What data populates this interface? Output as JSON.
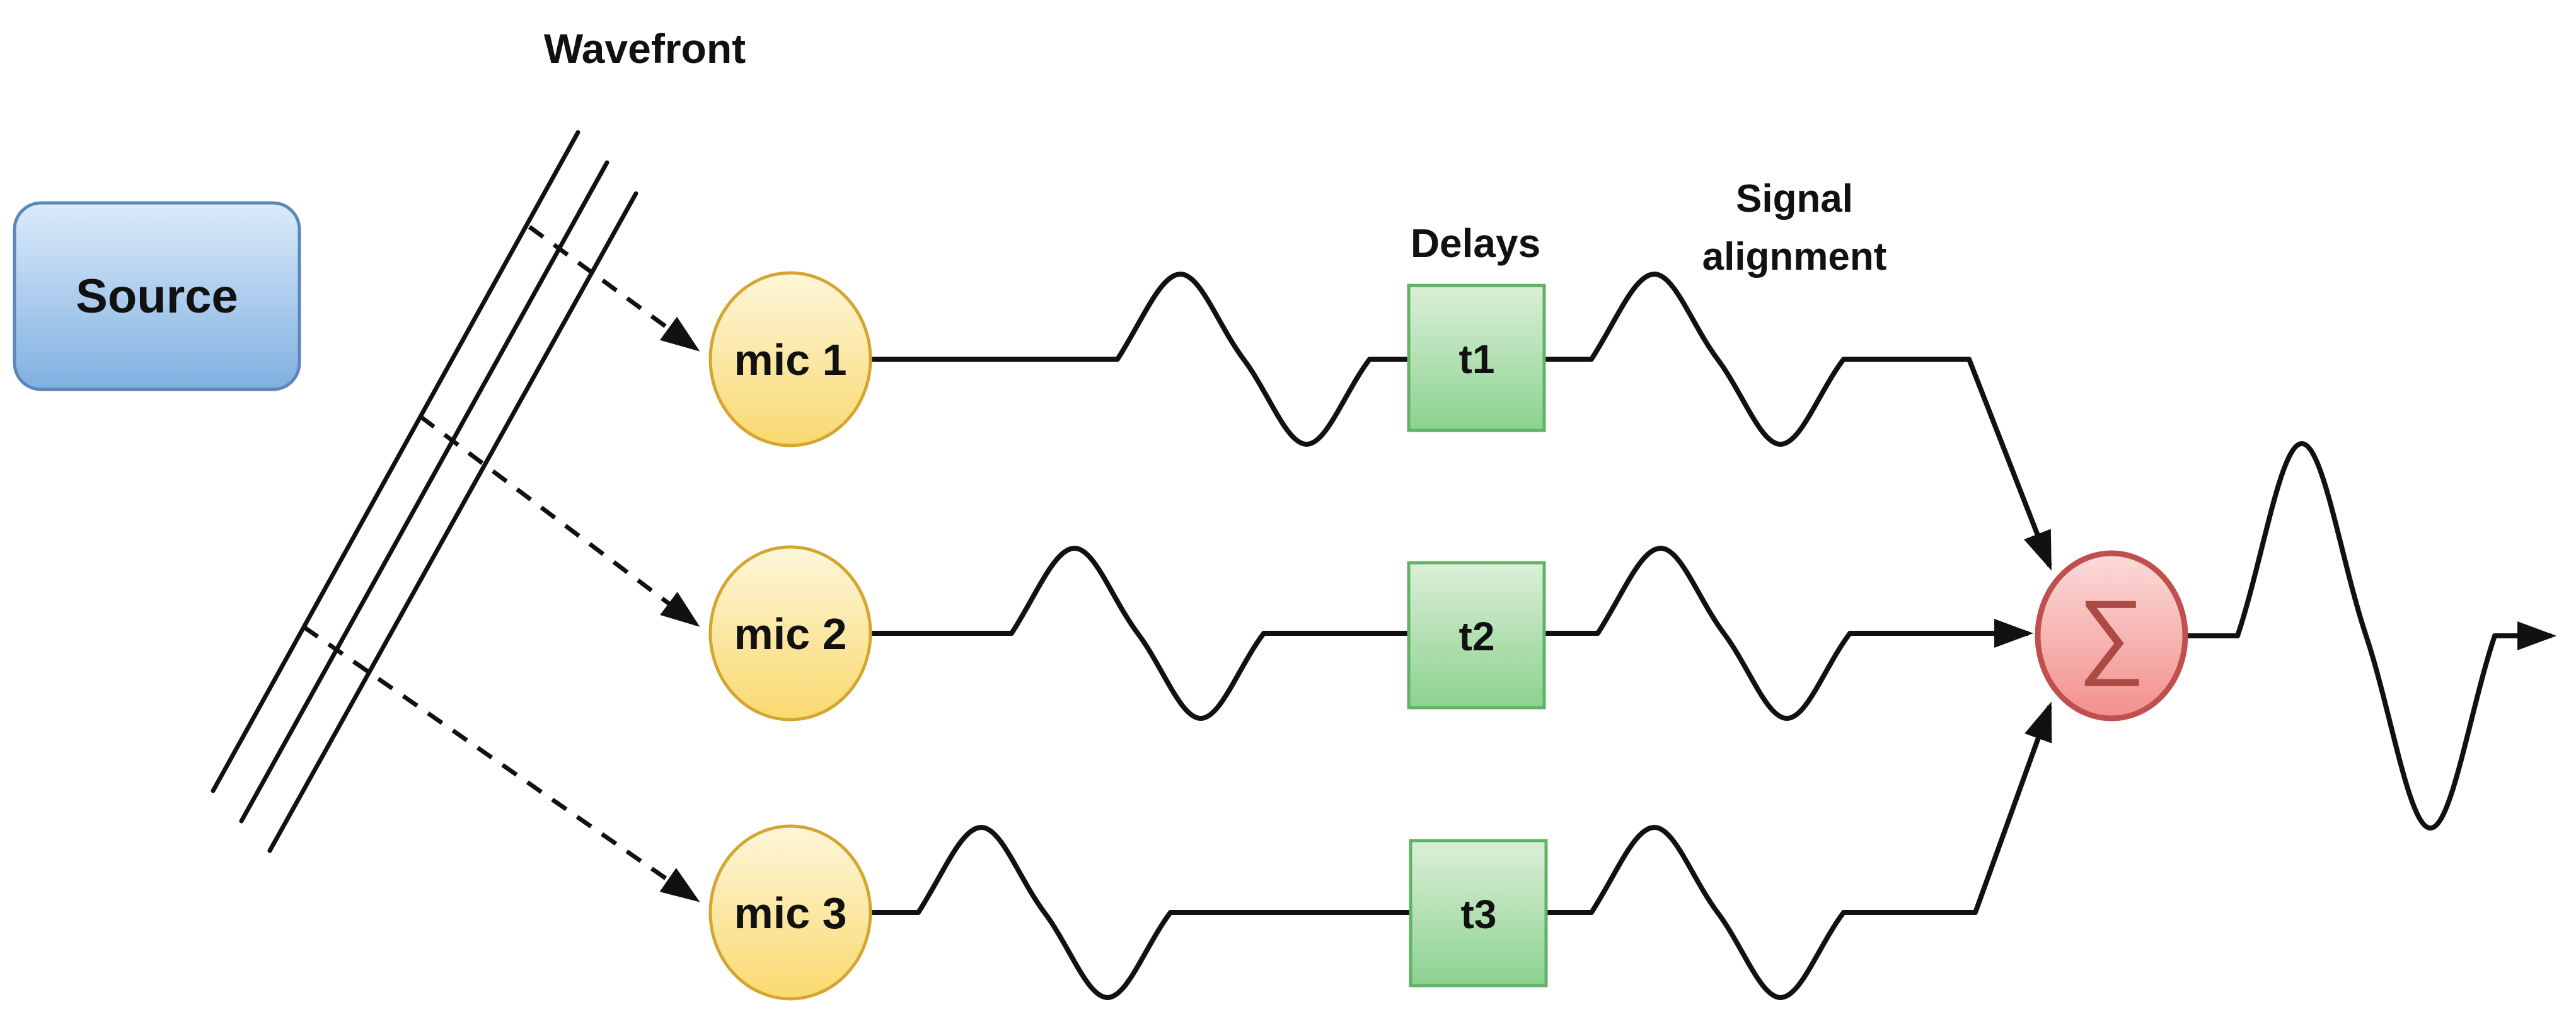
{
  "diagram": {
    "title_hint": "Delay-and-sum beamforming diagram",
    "source": {
      "label": "Source"
    },
    "wavefront": {
      "label": "Wavefront"
    },
    "mics": [
      {
        "label": "mic 1"
      },
      {
        "label": "mic 2"
      },
      {
        "label": "mic 3"
      }
    ],
    "delays": {
      "title": "Delays",
      "boxes": [
        {
          "label": "t1"
        },
        {
          "label": "t2"
        },
        {
          "label": "t3"
        }
      ]
    },
    "signal_alignment": {
      "line1": "Signal",
      "line2": "alignment"
    },
    "summer": {
      "symbol": "∑"
    }
  },
  "colors": {
    "source_top": "#dcebfa",
    "source_bottom": "#7fb0e0",
    "source_border": "#5b87b8",
    "mic_top": "#fdf6da",
    "mic_bottom": "#fad96f",
    "mic_border": "#d4a52f",
    "delay_top": "#dcefd8",
    "delay_bottom": "#8bd28f",
    "delay_border": "#5fb364",
    "sum_top": "#fbdbd9",
    "sum_bottom": "#f2908c",
    "sum_border": "#c0504d",
    "sum_glyph": "#ad4a46",
    "line": "#111111"
  }
}
